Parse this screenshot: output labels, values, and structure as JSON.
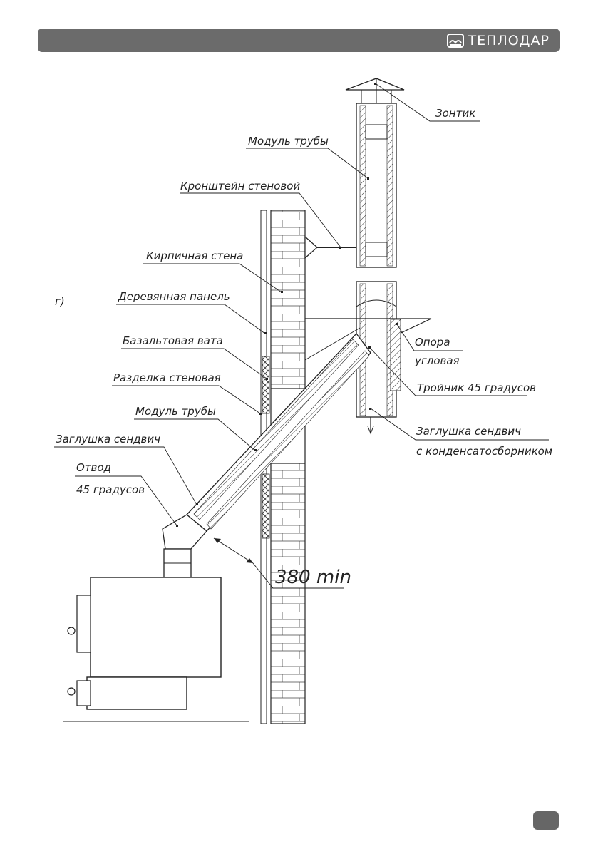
{
  "header": {
    "brand": "ТЕПЛОДАР"
  },
  "diagram": {
    "variant": "г)",
    "labels": {
      "umbrella": "Зонтик",
      "pipe_module_top": "Модуль трубы",
      "wall_bracket": "Кронштейн стеновой",
      "brick_wall": "Кирпичная стена",
      "wood_panel": "Деревянная панель",
      "basalt_wool": "Базальтовая вата",
      "wall_passage": "Разделка стеновая",
      "pipe_module": "Модуль трубы",
      "sandwich_cap": "Заглушка сендвич",
      "elbow_1": "Отвод",
      "elbow_2": "45 градусов",
      "support_1": "Опора",
      "support_2": "угловая",
      "tee": "Тройник 45 градусов",
      "cap_cond_1": "Заглушка сендвич",
      "cap_cond_2": "с конденсатосборником",
      "clearance": "380 min"
    }
  }
}
